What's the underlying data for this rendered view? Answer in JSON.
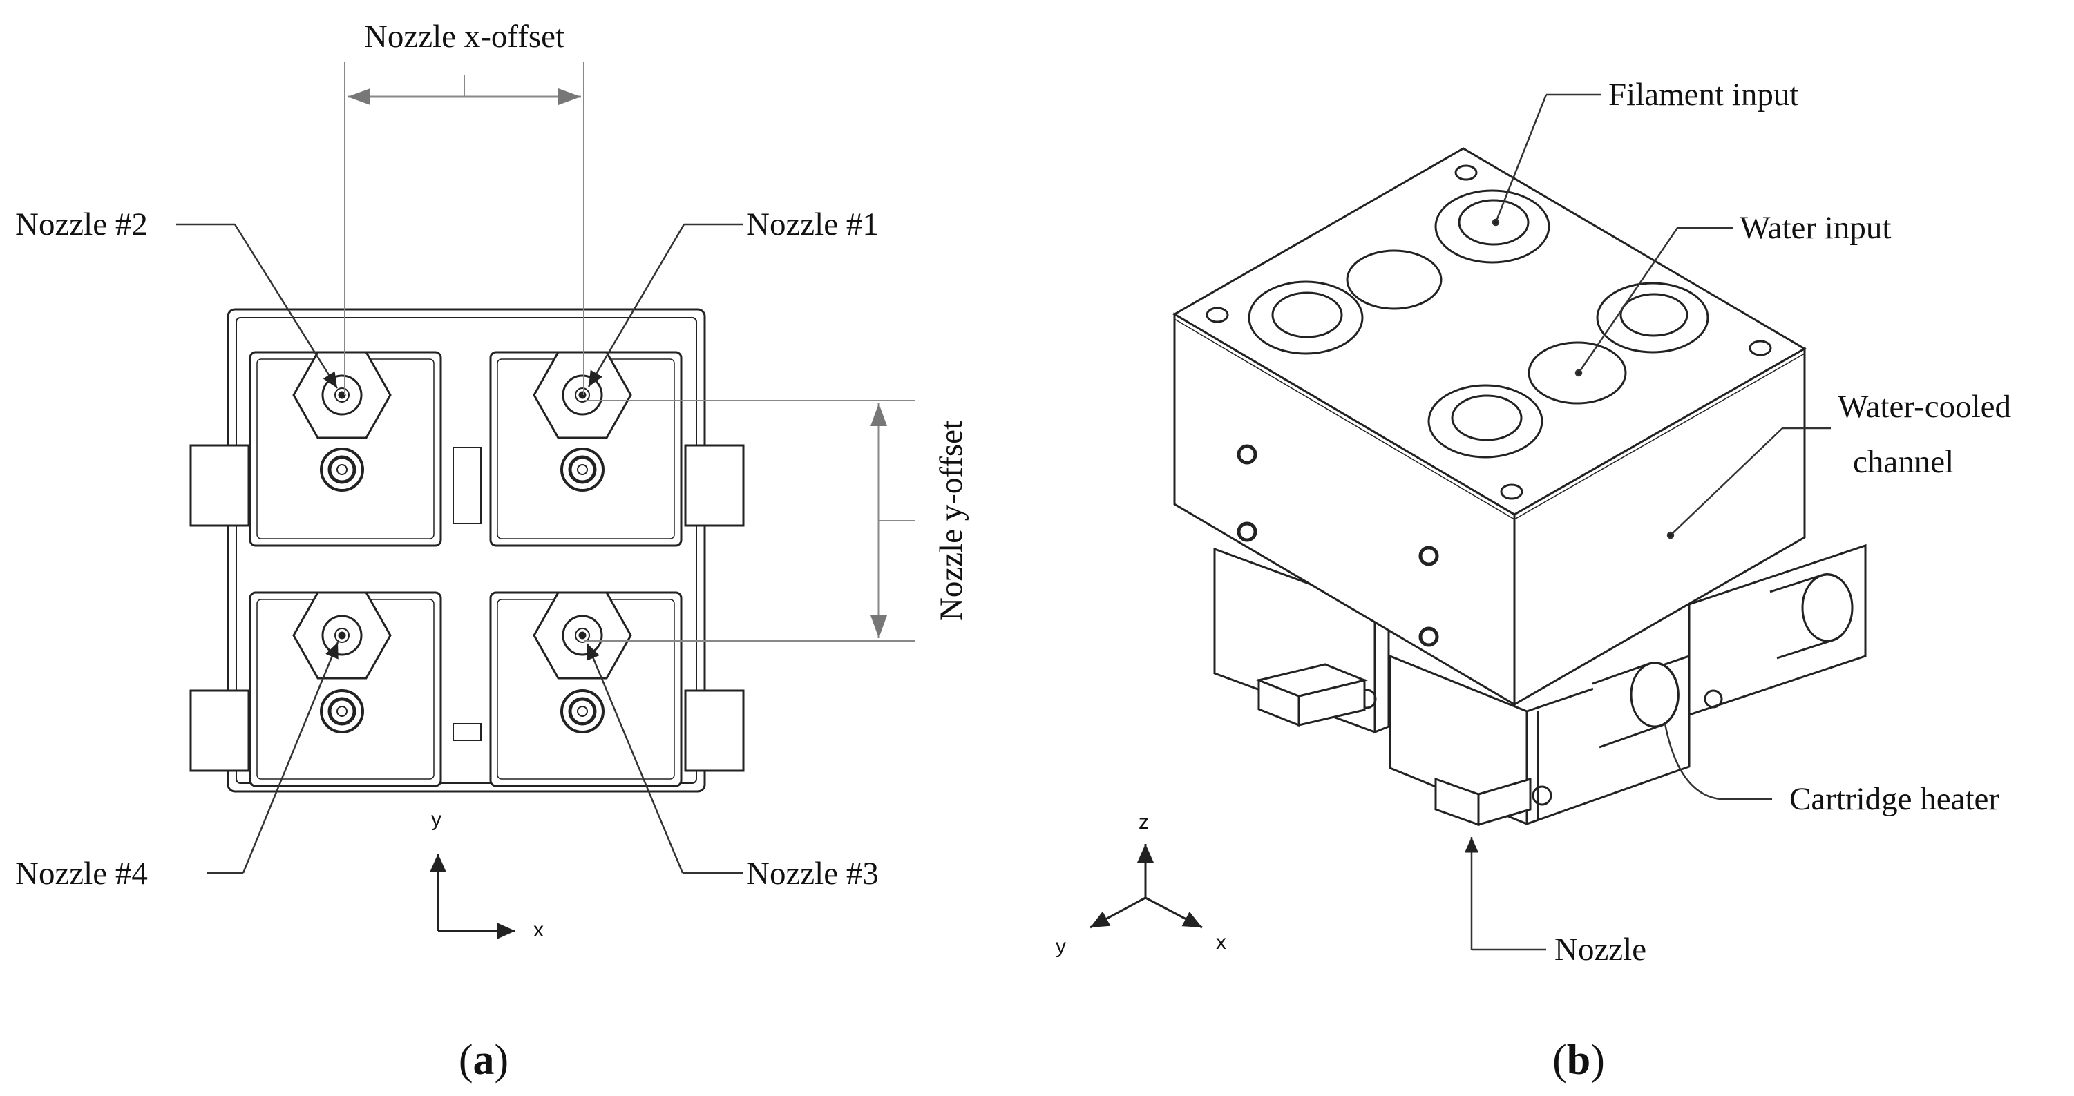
{
  "panel_a": {
    "caption_letter": "a",
    "labels": {
      "nozzle_x_offset": "Nozzle x-offset",
      "nozzle_y_offset": "Nozzle y-offset",
      "nozzle_1": "Nozzle #1",
      "nozzle_2": "Nozzle #2",
      "nozzle_3": "Nozzle #3",
      "nozzle_4": "Nozzle #4"
    },
    "axes": {
      "y": "y",
      "x": "x"
    }
  },
  "panel_b": {
    "caption_letter": "b",
    "labels": {
      "filament_input": "Filament input",
      "water_input": "Water input",
      "water_cooled_line1": "Water-cooled",
      "water_cooled_line2": "channel",
      "cartridge_heater": "Cartridge heater",
      "nozzle": "Nozzle"
    },
    "axes": {
      "z": "z",
      "y": "y",
      "x": "x"
    }
  },
  "colors": {
    "line": "#222222",
    "leader": "#333333",
    "dimension": "#888888",
    "background": "#ffffff"
  }
}
